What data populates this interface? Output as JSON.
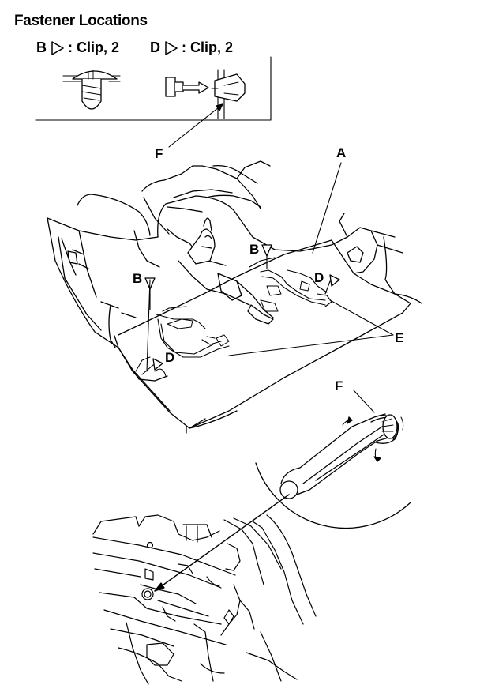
{
  "title": "Fastener Locations",
  "legend": [
    {
      "letter": "B",
      "text": ": Clip, 2"
    },
    {
      "letter": "D",
      "text": ": Clip, 2"
    }
  ],
  "callouts": {
    "A": "A",
    "B": "B",
    "D": "D",
    "E": "E",
    "F": "F"
  },
  "colors": {
    "line": "#000000",
    "background": "#ffffff"
  }
}
